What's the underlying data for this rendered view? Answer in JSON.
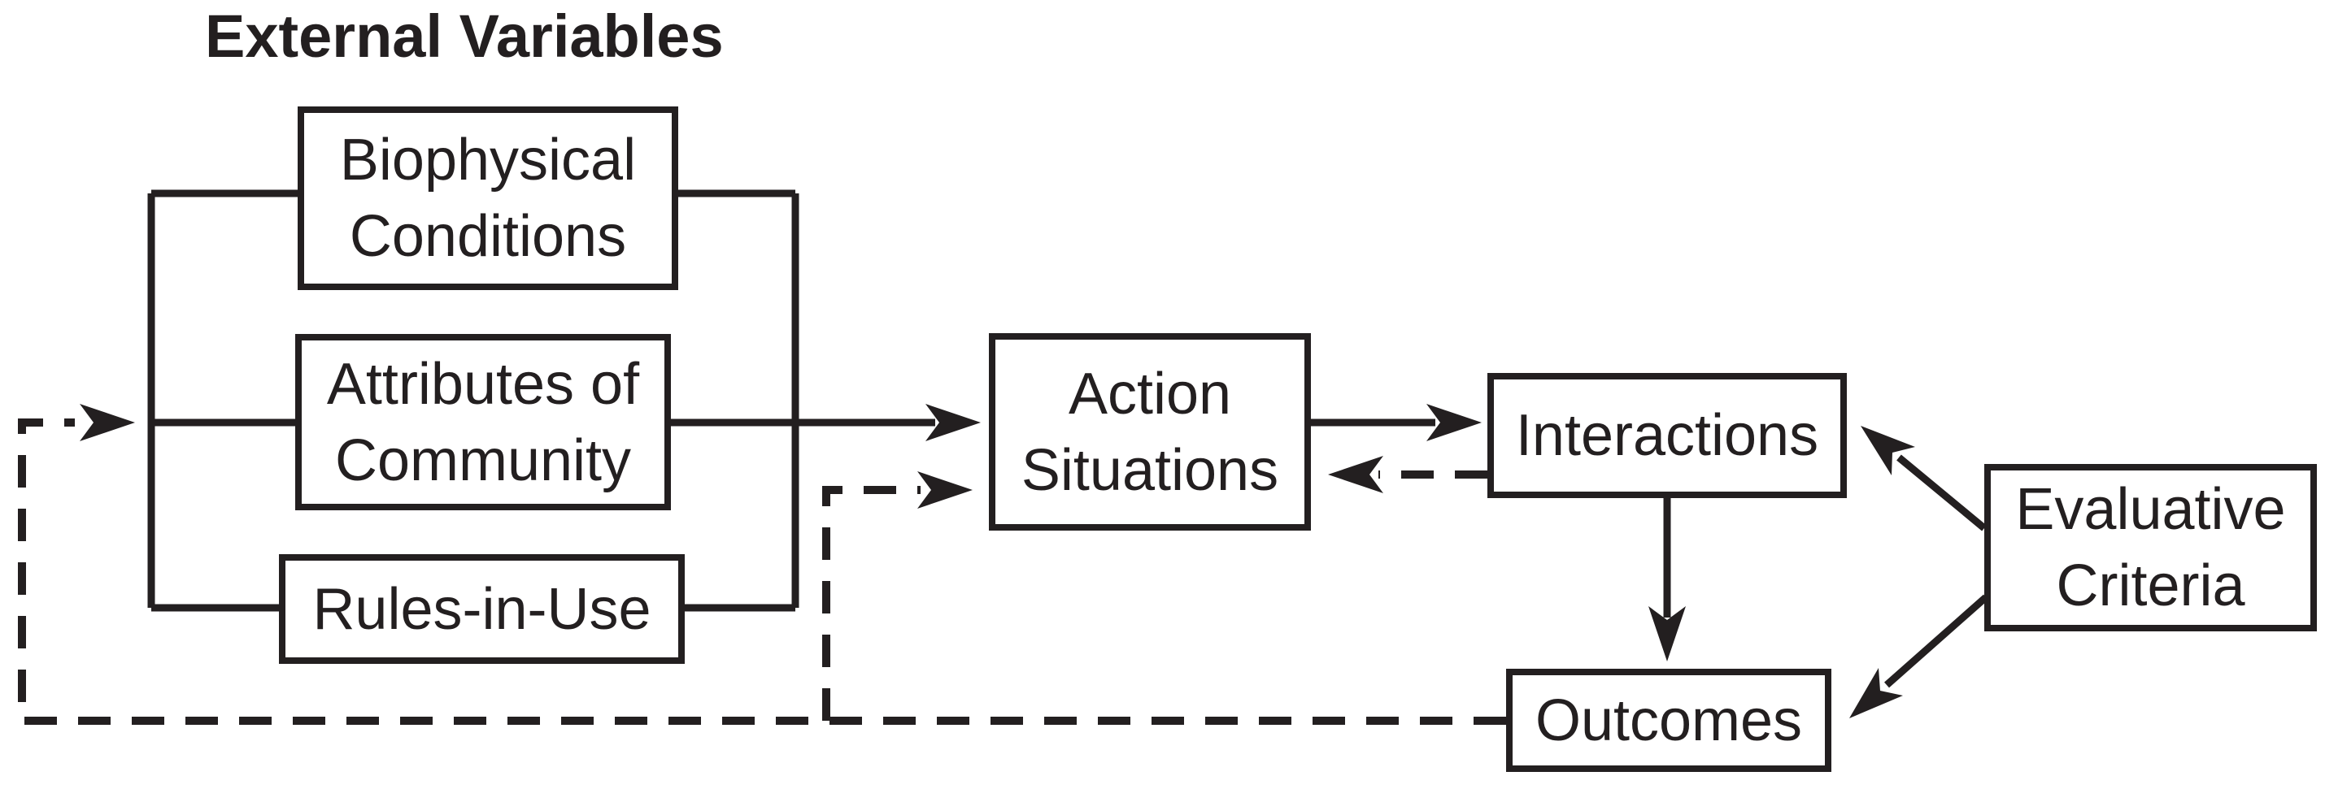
{
  "title": "External Variables",
  "colors": {
    "ink": "#231f20",
    "background": "#ffffff"
  },
  "boxes": {
    "biophysical": {
      "lines": [
        "Biophysical",
        "Conditions"
      ]
    },
    "attributes": {
      "lines": [
        "Attributes of",
        "Community"
      ]
    },
    "rules": {
      "lines": [
        "Rules-in-Use"
      ]
    },
    "action": {
      "lines": [
        "Action",
        "Situations"
      ]
    },
    "interactions": {
      "lines": [
        "Interactions"
      ]
    },
    "outcomes": {
      "lines": [
        "Outcomes"
      ]
    },
    "evaluative": {
      "lines": [
        "Evaluative",
        "Criteria"
      ]
    }
  },
  "connections": [
    {
      "from": "external-variables",
      "to": "action-situations",
      "style": "solid-arrow"
    },
    {
      "from": "action-situations",
      "to": "interactions",
      "style": "solid-arrow"
    },
    {
      "from": "interactions",
      "to": "action-situations",
      "style": "dashed-arrow"
    },
    {
      "from": "interactions",
      "to": "outcomes",
      "style": "solid-arrow"
    },
    {
      "from": "evaluative-criteria",
      "to": "interactions",
      "style": "solid-arrow"
    },
    {
      "from": "evaluative-criteria",
      "to": "outcomes",
      "style": "solid-arrow"
    },
    {
      "from": "outcomes",
      "to": "external-variables",
      "style": "dashed-arrow"
    },
    {
      "from": "outcomes",
      "to": "action-situations",
      "style": "dashed-arrow"
    }
  ]
}
